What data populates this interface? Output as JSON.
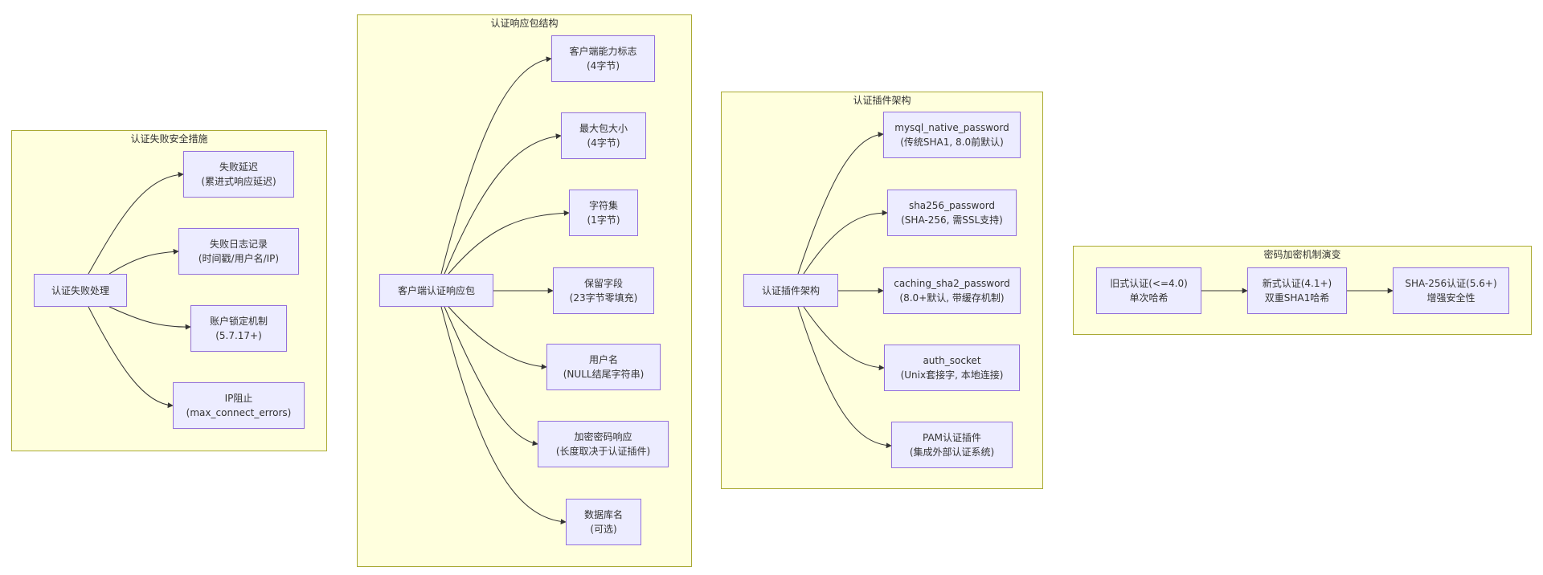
{
  "colors": {
    "cluster_fill": "#ffffde",
    "cluster_border": "#aaaa33",
    "node_fill": "#ececff",
    "node_border": "#9370db",
    "edge": "#333333"
  },
  "clusters": {
    "failure": {
      "title": "认证失败安全措施"
    },
    "response": {
      "title": "认证响应包结构"
    },
    "plugins": {
      "title": "认证插件架构"
    },
    "evolution": {
      "title": "密码加密机制演变"
    }
  },
  "nodes": {
    "fail_handle": {
      "line1": "认证失败处理",
      "line2": ""
    },
    "fail_delay": {
      "line1": "失败延迟",
      "line2": "(累进式响应延迟)"
    },
    "fail_log": {
      "line1": "失败日志记录",
      "line2": "(时间戳/用户名/IP)"
    },
    "fail_lock": {
      "line1": "账户锁定机制",
      "line2": "(5.7.17+)"
    },
    "fail_ipblock": {
      "line1": "IP阻止",
      "line2": "(max_connect_errors)"
    },
    "resp_packet": {
      "line1": "客户端认证响应包",
      "line2": ""
    },
    "resp_caps": {
      "line1": "客户端能力标志",
      "line2": "(4字节)"
    },
    "resp_maxpkt": {
      "line1": "最大包大小",
      "line2": "(4字节)"
    },
    "resp_charset": {
      "line1": "字符集",
      "line2": "(1字节)"
    },
    "resp_reserved": {
      "line1": "保留字段",
      "line2": "(23字节零填充)"
    },
    "resp_user": {
      "line1": "用户名",
      "line2": "(NULL结尾字符串)"
    },
    "resp_pass": {
      "line1": "加密密码响应",
      "line2": "(长度取决于认证插件)"
    },
    "resp_db": {
      "line1": "数据库名",
      "line2": "(可选)"
    },
    "plug_arch": {
      "line1": "认证插件架构",
      "line2": ""
    },
    "plug_native": {
      "line1": "mysql_native_password",
      "line2": "(传统SHA1, 8.0前默认)"
    },
    "plug_sha256": {
      "line1": "sha256_password",
      "line2": "(SHA-256, 需SSL支持)"
    },
    "plug_caching": {
      "line1": "caching_sha2_password",
      "line2": "(8.0+默认, 带缓存机制)"
    },
    "plug_socket": {
      "line1": "auth_socket",
      "line2": "(Unix套接字, 本地连接)"
    },
    "plug_pam": {
      "line1": "PAM认证插件",
      "line2": "(集成外部认证系统)"
    },
    "evo_old": {
      "line1": "旧式认证(<=4.0)",
      "line2": "单次哈希"
    },
    "evo_new": {
      "line1": "新式认证(4.1+)",
      "line2": "双重SHA1哈希"
    },
    "evo_sha256": {
      "line1": "SHA-256认证(5.6+)",
      "line2": "增强安全性"
    }
  }
}
